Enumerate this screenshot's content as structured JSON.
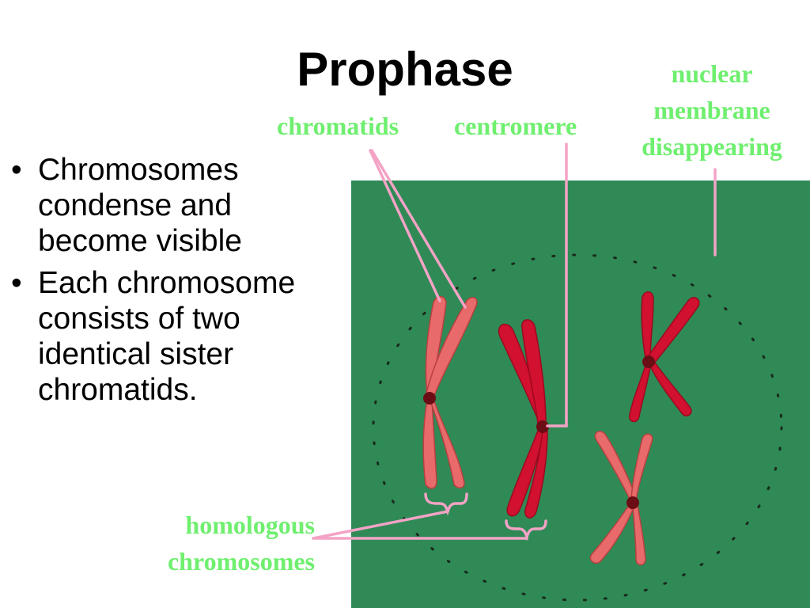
{
  "slide": {
    "title": "Prophase",
    "bullets": [
      "Chromosomes condense and become visible",
      "Each chromosome consists of two identical sister chromatids."
    ],
    "bullet_symbol": "•"
  },
  "labels": {
    "chromatids": "chromatids",
    "centromere": "centromere",
    "nuclear_membrane_1": "nuclear",
    "nuclear_membrane_2": "membrane",
    "nuclear_membrane_3": "disappearing",
    "homologous_1": "homologous",
    "homologous_2": "chromosomes"
  },
  "colors": {
    "label_green": "#6fef6f",
    "panel_green": "#2f8a56",
    "chromosome_pink": "#e86a6a",
    "chromosome_red": "#d2102f",
    "centromere_dark": "#6b0d14",
    "pointer_pink": "#f4a3c6"
  }
}
